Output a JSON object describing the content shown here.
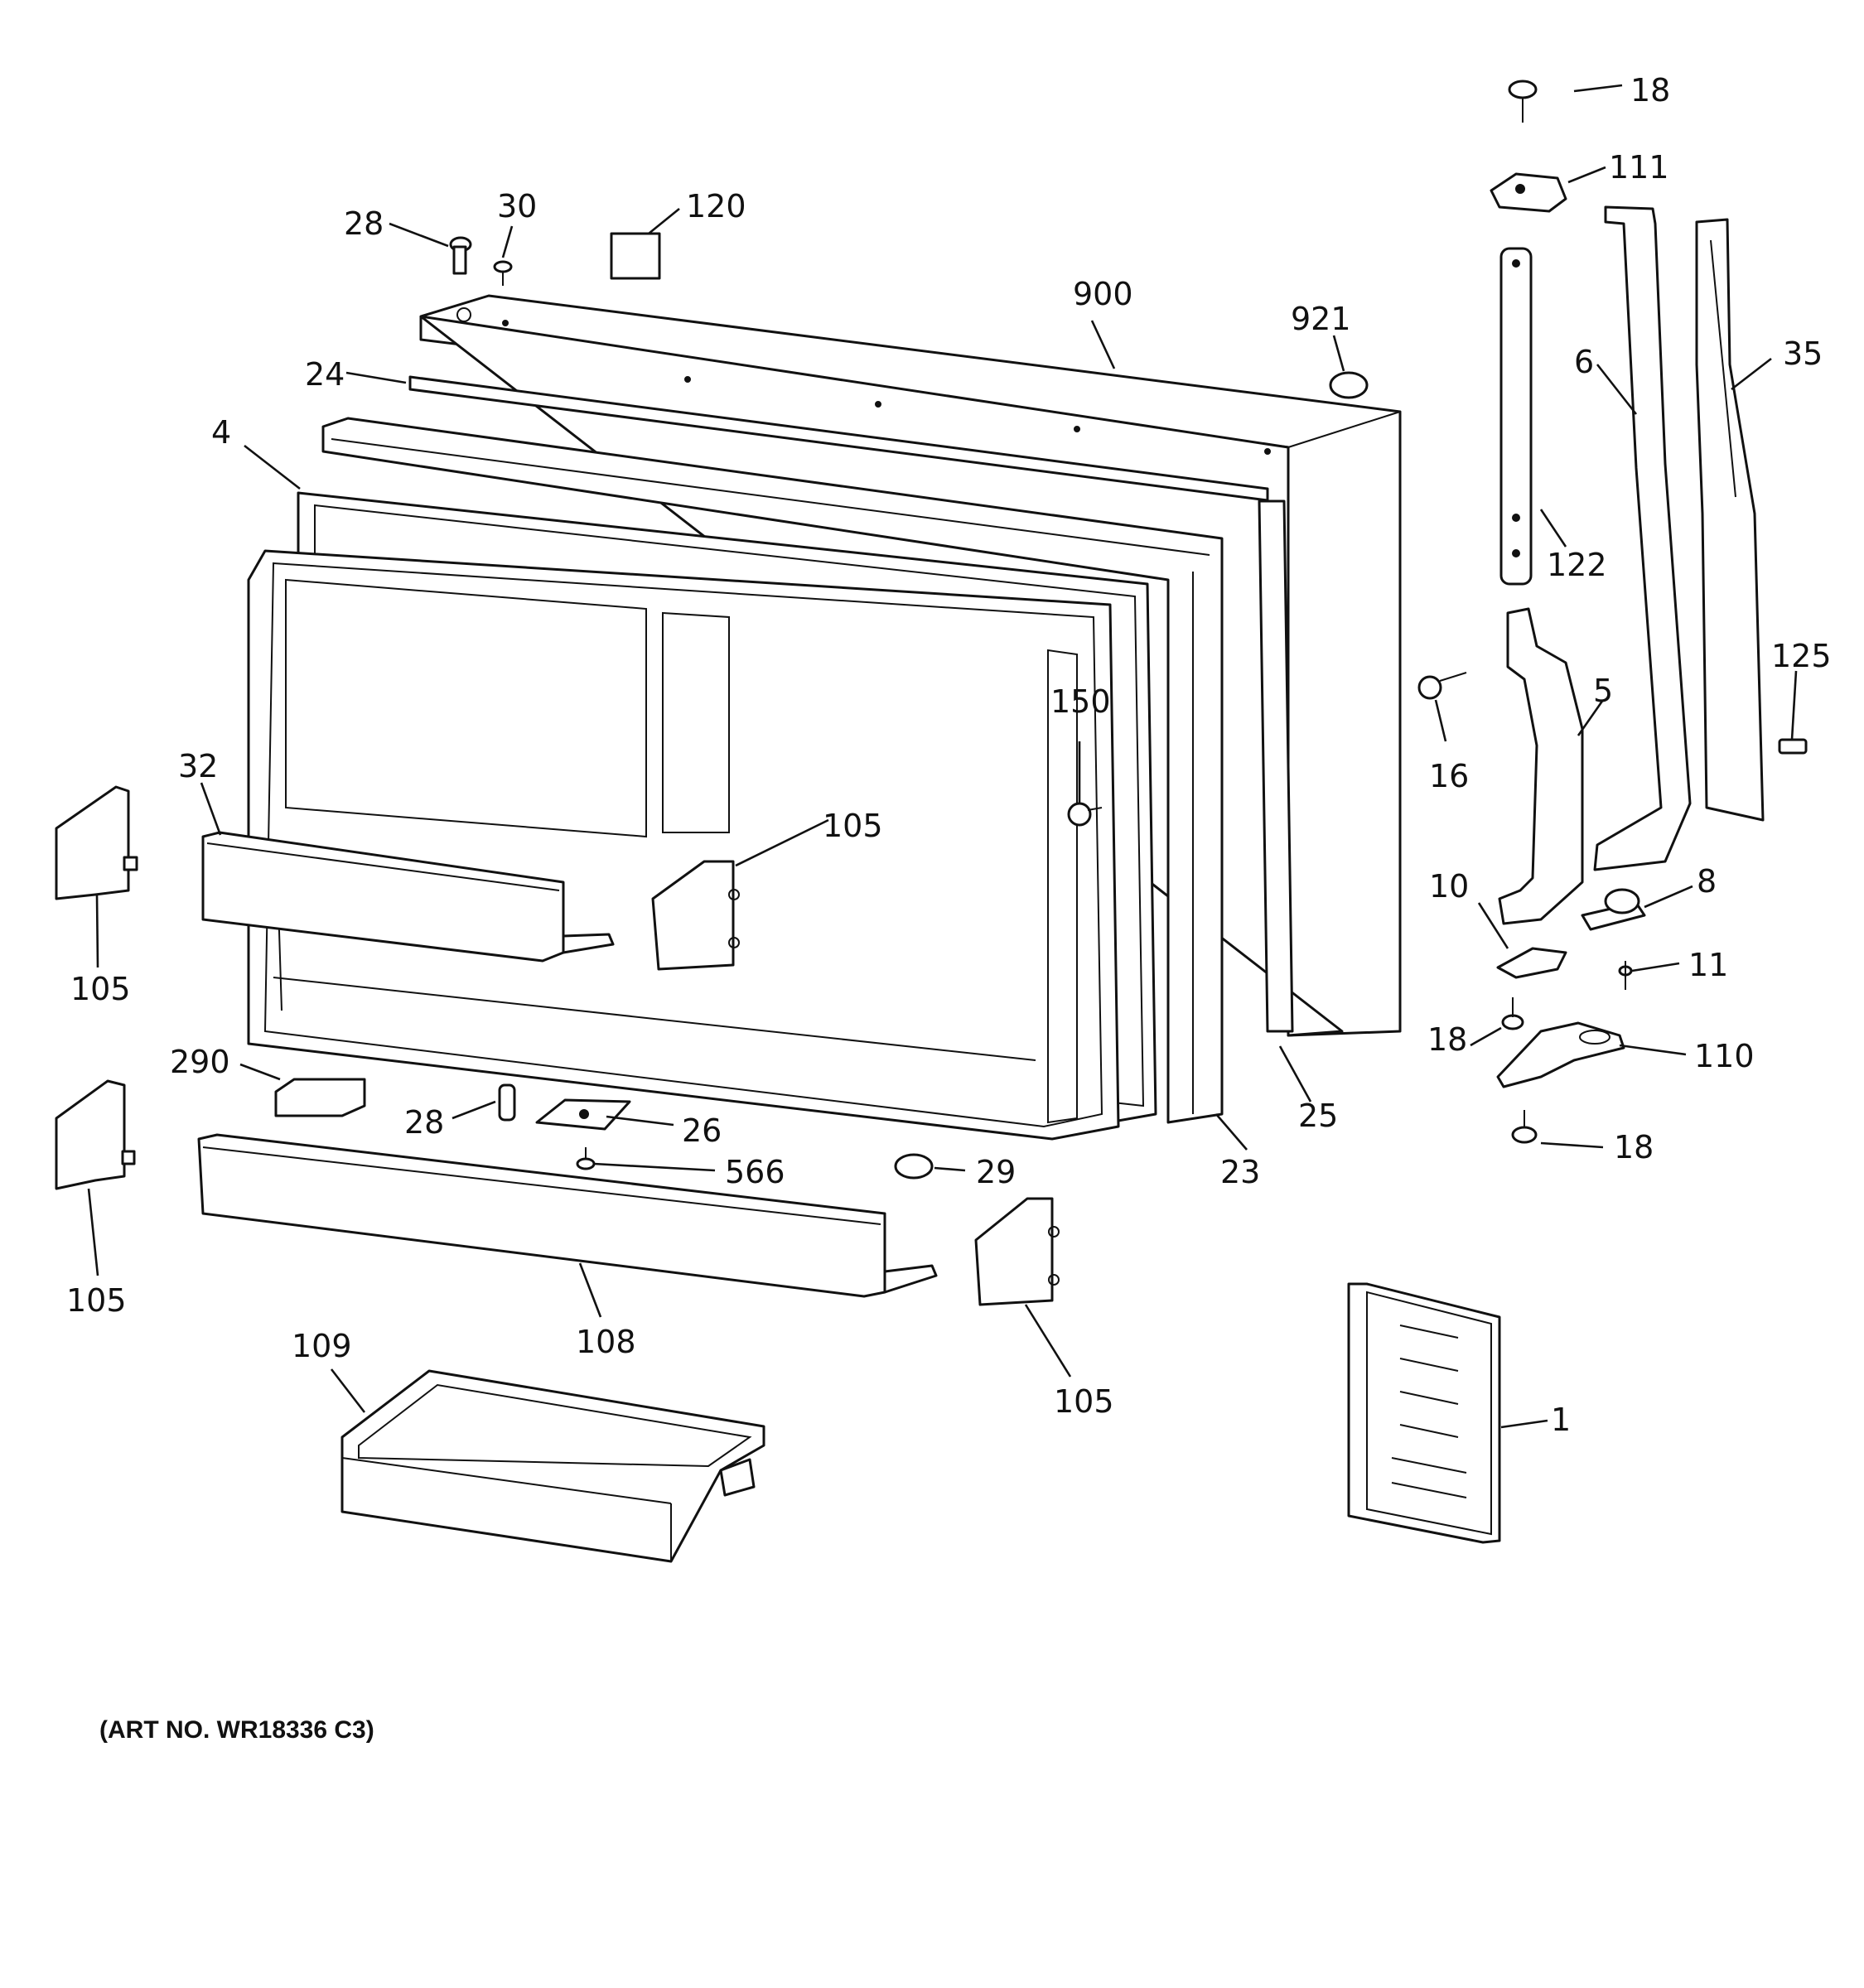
{
  "diagram": {
    "art_number": "(ART NO. WR18336 C3)",
    "callouts": {
      "c18_top": "18",
      "c111": "111",
      "c28_top": "28",
      "c30": "30",
      "c120": "120",
      "c900": "900",
      "c921": "921",
      "c24": "24",
      "c4": "4",
      "c6": "6",
      "c35": "35",
      "c122": "122",
      "c125": "125",
      "c150": "150",
      "c5": "5",
      "c16": "16",
      "c32": "32",
      "c105_mid": "105",
      "c105_left_top": "105",
      "c10": "10",
      "c8": "8",
      "c11": "11",
      "c18_mid": "18",
      "c110": "110",
      "c290": "290",
      "c28_bottom": "28",
      "c26": "26",
      "c25": "25",
      "c23": "23",
      "c566": "566",
      "c29": "29",
      "c18_bottom": "18",
      "c105_left_bottom": "105",
      "c108": "108",
      "c105_right": "105",
      "c109": "109",
      "c1": "1"
    }
  }
}
